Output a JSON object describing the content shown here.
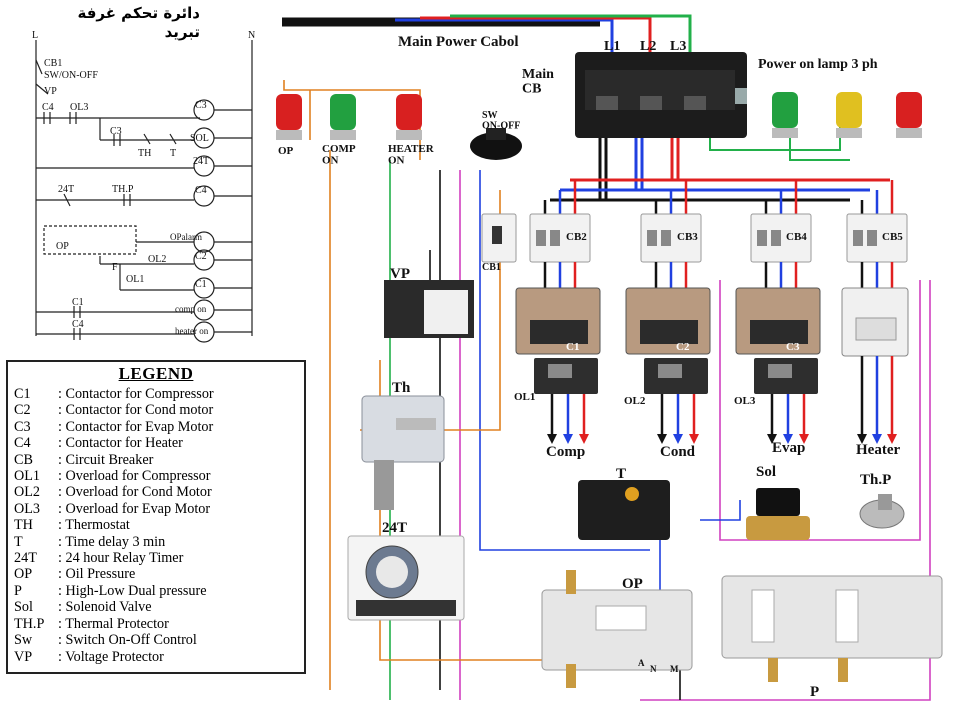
{
  "title_arabic": "دائرة تحكم غرفة تبريد",
  "ladder": {
    "rail_l": "L",
    "rail_n": "N",
    "cb_label": "CB1",
    "sw_label": "SW/ON-OFF",
    "vp_label": "VP",
    "rungs": [
      {
        "contacts": [
          "C4",
          "OL3"
        ],
        "coil": "C3"
      },
      {
        "contacts": [
          "C3",
          "TH",
          "T"
        ],
        "coil": "SOL"
      },
      {
        "contacts": [],
        "coil": "24T"
      },
      {
        "contacts": [
          "24T",
          "TH.P"
        ],
        "coil": "C4"
      },
      {
        "contacts": [
          "OP"
        ],
        "coil": "OPalarm"
      },
      {
        "contacts": [
          "F",
          "OL2"
        ],
        "coil": "C2"
      },
      {
        "contacts": [
          "OL1"
        ],
        "coil": "C1"
      },
      {
        "contacts": [
          "C1"
        ],
        "coil": "comp on"
      },
      {
        "contacts": [
          "C4"
        ],
        "coil": "heater on"
      }
    ]
  },
  "labels": {
    "main_power": "Main Power Cabol",
    "l1": "L1",
    "l2": "L2",
    "l3": "L3",
    "main_cb": "Main\nCB",
    "power_lamp": "Power on lamp 3 ph",
    "lamp_op": "OP",
    "lamp_comp": "COMP\nON",
    "lamp_heater": "HEATER\nON",
    "sw": "SW\nON-OFF",
    "cb1": "CB1",
    "cb2": "CB2",
    "cb3": "CB3",
    "cb4": "CB4",
    "cb5": "CB5",
    "vp": "VP",
    "th": "Th",
    "t24": "24T",
    "c1": "C1",
    "c2": "C2",
    "c3": "C3",
    "ol1": "OL1",
    "ol2": "OL2",
    "ol3": "OL3",
    "comp": "Comp",
    "cond": "Cond",
    "evap": "Evap",
    "heater": "Heater",
    "t": "T",
    "sol": "Sol",
    "thp": "Th.P",
    "op": "OP",
    "p": "P",
    "a": "A",
    "n": "N",
    "m": "M"
  },
  "legend": {
    "title": "LEGEND",
    "items": [
      {
        "code": "C1",
        "desc": ": Contactor for Compressor"
      },
      {
        "code": "C2",
        "desc": ": Contactor for Cond motor"
      },
      {
        "code": "C3",
        "desc": ": Contactor for Evap Motor"
      },
      {
        "code": "C4",
        "desc": ": Contactor for Heater"
      },
      {
        "code": "CB",
        "desc": ": Circuit Breaker"
      },
      {
        "code": "OL1",
        "desc": ": Overload for Compressor"
      },
      {
        "code": "OL2",
        "desc": ": Overload for Cond Motor"
      },
      {
        "code": "OL3",
        "desc": ": Overload for Evap Motor"
      },
      {
        "code": "TH",
        "desc": ": Thermostat"
      },
      {
        "code": "T",
        "desc": ": Time delay 3 min"
      },
      {
        "code": "24T",
        "desc": ": 24 hour Relay Timer"
      },
      {
        "code": "OP",
        "desc": ": Oil Pressure"
      },
      {
        "code": "P",
        "desc": ": High-Low Dual pressure"
      },
      {
        "code": "Sol",
        "desc": ": Solenoid Valve"
      },
      {
        "code": "TH.P",
        "desc": ": Thermal Protector"
      },
      {
        "code": "Sw",
        "desc": ": Switch On-Off Control"
      },
      {
        "code": "VP",
        "desc": ": Voltage Protector"
      }
    ]
  },
  "colors": {
    "phase1": "#e02020",
    "phase2": "#2040e0",
    "phase3": "#222222",
    "control_green": "#22b04a",
    "control_yellow": "#d8b020",
    "control_magenta": "#d040c0",
    "control_orange": "#e08020"
  }
}
